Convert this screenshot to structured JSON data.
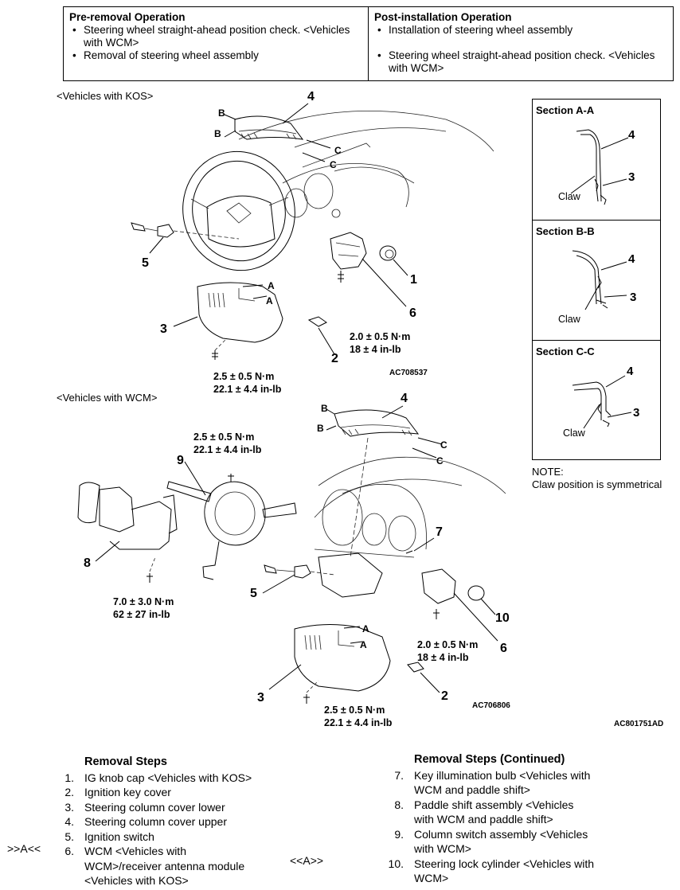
{
  "operations": {
    "pre_header": "Pre-removal Operation",
    "pre_items": [
      "Steering wheel straight-ahead position check. <Vehicles with WCM>",
      "Removal of steering wheel assembly"
    ],
    "post_header": "Post-installation Operation",
    "post_items": [
      "Installation of steering wheel assembly",
      "Steering wheel straight-ahead position check. <Vehicles with WCM>"
    ]
  },
  "kos": {
    "label": "<Vehicles with KOS>",
    "nums": {
      "n1": "1",
      "n2": "2",
      "n3": "3",
      "n4": "4",
      "n5": "5",
      "n6": "6"
    },
    "torque_6": [
      "2.0 ± 0.5 N·m",
      "18 ± 4 in-lb"
    ],
    "torque_3": [
      "2.5 ± 0.5 N·m",
      "22.1 ± 4.4 in-lb"
    ],
    "code": "AC708537",
    "letters": {
      "b": "B",
      "c": "C",
      "a": "A"
    }
  },
  "wcm": {
    "label": "<Vehicles with WCM>",
    "nums": {
      "n2": "2",
      "n3": "3",
      "n4": "4",
      "n5": "5",
      "n6": "6",
      "n7": "7",
      "n8": "8",
      "n9": "9",
      "n10": "10"
    },
    "torque_9": [
      "2.5 ± 0.5 N·m",
      "22.1 ± 4.4 in-lb"
    ],
    "torque_8": [
      "7.0 ± 3.0 N·m",
      "62 ± 27 in-lb"
    ],
    "torque_6": [
      "2.0 ± 0.5 N·m",
      "18 ± 4 in-lb"
    ],
    "torque_3": [
      "2.5 ± 0.5 N·m",
      "22.1 ± 4.4 in-lb"
    ],
    "code": "AC706806",
    "letters": {
      "b": "B",
      "c": "C",
      "a": "A"
    }
  },
  "figure_code": "AC801751AD",
  "sections": [
    {
      "title": "Section A-A",
      "claw": "Claw",
      "n4": "4",
      "n3": "3"
    },
    {
      "title": "Section B-B",
      "claw": "Claw",
      "n4": "4",
      "n3": "3"
    },
    {
      "title": "Section C-C",
      "claw": "Claw",
      "n4": "4",
      "n3": "3"
    }
  ],
  "note": {
    "head": "NOTE:",
    "text": "Claw position is symmetrical"
  },
  "removal_left": {
    "title": "Removal Steps",
    "marker": ">>A<<",
    "rows": [
      {
        "n": "1.",
        "t": "IG knob cap <Vehicles with KOS>"
      },
      {
        "n": "2.",
        "t": "Ignition key cover"
      },
      {
        "n": "3.",
        "t": "Steering column cover lower"
      },
      {
        "n": "4.",
        "t": "Steering column cover upper"
      },
      {
        "n": "5.",
        "t": "Ignition switch"
      },
      {
        "n": "6.",
        "t": "WCM <Vehicles with WCM>/receiver antenna module <Vehicles with KOS>"
      }
    ]
  },
  "removal_mid_marker": "<<A>>",
  "removal_right": {
    "title": "Removal Steps (Continued)",
    "rows": [
      {
        "n": "7.",
        "t": "Key illumination bulb <Vehicles with WCM and paddle shift>"
      },
      {
        "n": "8.",
        "t": "Paddle shift assembly <Vehicles with WCM and paddle shift>"
      },
      {
        "n": "9.",
        "t": "Column switch assembly <Vehicles with WCM>"
      },
      {
        "n": "10.",
        "t": "Steering lock cylinder <Vehicles with WCM>"
      }
    ]
  }
}
